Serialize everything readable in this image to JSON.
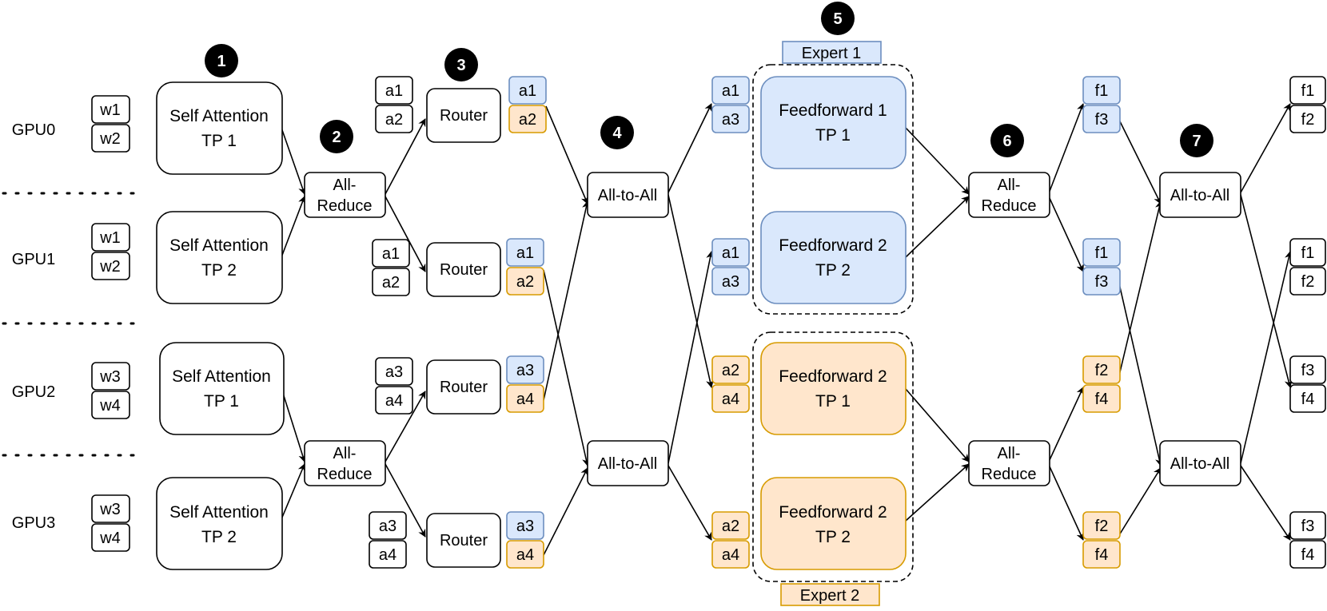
{
  "gpus": [
    "GPU0",
    "GPU1",
    "GPU2",
    "GPU3"
  ],
  "steps": [
    "1",
    "2",
    "3",
    "4",
    "5",
    "6",
    "7"
  ],
  "weights": [
    [
      "w1",
      "w2"
    ],
    [
      "w1",
      "w2"
    ],
    [
      "w3",
      "w4"
    ],
    [
      "w3",
      "w4"
    ]
  ],
  "attention": [
    [
      "Self Attention",
      "TP 1"
    ],
    [
      "Self Attention",
      "TP 2"
    ],
    [
      "Self Attention",
      "TP 1"
    ],
    [
      "Self Attention",
      "TP 2"
    ]
  ],
  "allreduce": [
    "All-",
    "Reduce"
  ],
  "router_inputs": [
    [
      "a1",
      "a2"
    ],
    [
      "a1",
      "a2"
    ],
    [
      "a3",
      "a4"
    ],
    [
      "a3",
      "a4"
    ]
  ],
  "router_label": "Router",
  "router_outputs": [
    [
      "a1",
      "a2"
    ],
    [
      "a1",
      "a2"
    ],
    [
      "a3",
      "a4"
    ],
    [
      "a3",
      "a4"
    ]
  ],
  "alltoall": "All-to-All",
  "expert_inputs": [
    [
      "a1",
      "a3"
    ],
    [
      "a1",
      "a3"
    ],
    [
      "a2",
      "a4"
    ],
    [
      "a2",
      "a4"
    ]
  ],
  "experts": {
    "expert1_label": "Expert 1",
    "expert2_label": "Expert 2",
    "ffn": [
      [
        "Feedforward 1",
        "TP 1"
      ],
      [
        "Feedforward 2",
        "TP 2"
      ],
      [
        "Feedforward 2",
        "TP 1"
      ],
      [
        "Feedforward 2",
        "TP 2"
      ]
    ]
  },
  "ffn_outputs": [
    [
      "f1",
      "f3"
    ],
    [
      "f1",
      "f3"
    ],
    [
      "f2",
      "f4"
    ],
    [
      "f2",
      "f4"
    ]
  ],
  "final_outputs": [
    [
      "f1",
      "f2"
    ],
    [
      "f1",
      "f2"
    ],
    [
      "f3",
      "f4"
    ],
    [
      "f3",
      "f4"
    ]
  ],
  "colors": {
    "expert1_fill": "#dae8fc",
    "expert1_stroke": "#6c8ebf",
    "expert2_fill": "#ffe6cc",
    "expert2_stroke": "#d79b00"
  }
}
